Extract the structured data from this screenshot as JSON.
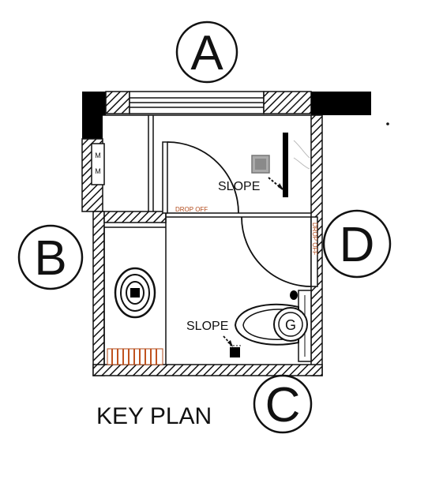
{
  "markers": {
    "a": "A",
    "b": "B",
    "c": "C",
    "d": "D"
  },
  "labels": {
    "slope_upper": "SLOPE",
    "slope_lower": "SLOPE",
    "drop_off_horizontal": "DROP OFF",
    "drop_off_vertical": "DROP OFF",
    "fixture_letter": "G"
  },
  "title": "KEY PLAN",
  "colors": {
    "line": "#111111",
    "drop_off": "#b24a1a"
  }
}
